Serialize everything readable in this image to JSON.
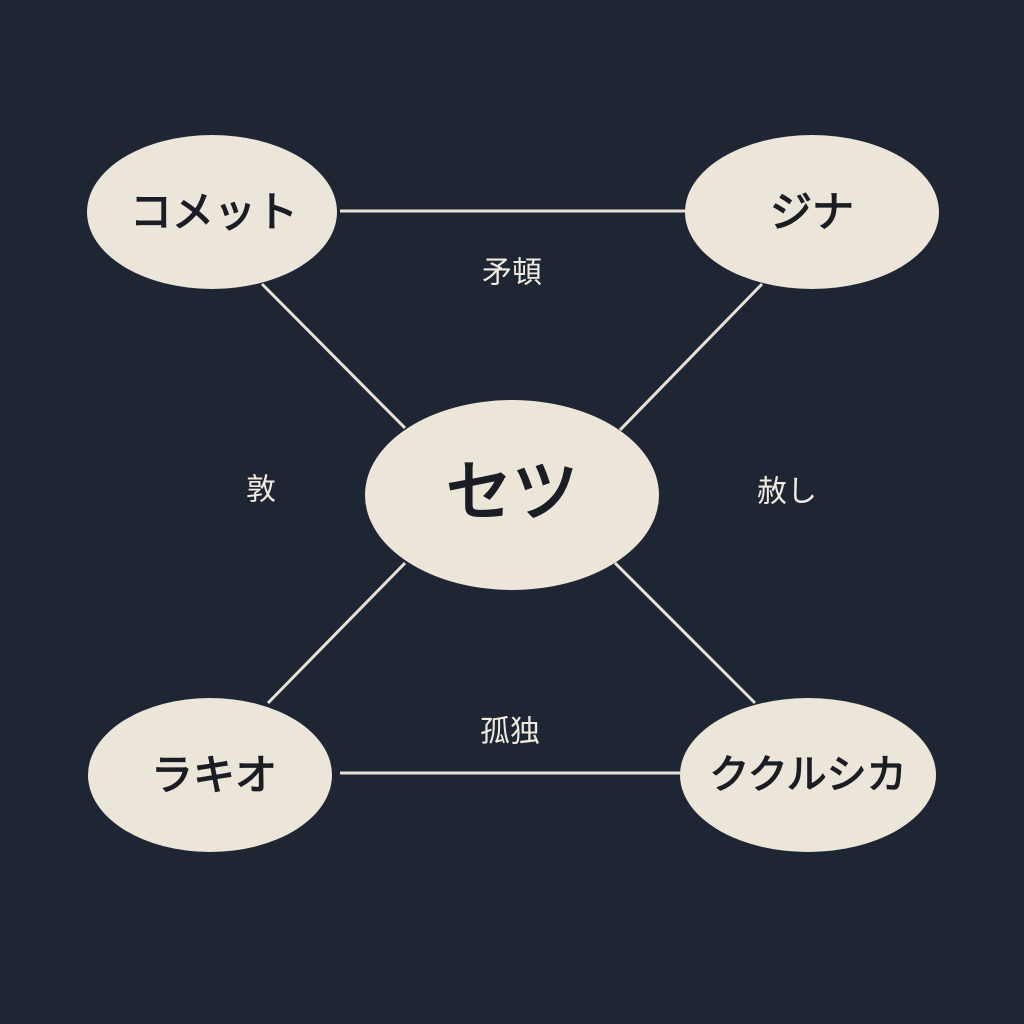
{
  "colors": {
    "background": "#1f2633",
    "node": "#ece6da",
    "node_text": "#1a1d24",
    "edge": "#e8e2d6",
    "label": "#f0ebe0"
  },
  "nodes": {
    "comet": "コメット",
    "jina": "ジナ",
    "setsu": "セツ",
    "rakio": "ラキオ",
    "kukurushika": "ククルシカ"
  },
  "edge_labels": {
    "top": "矛頓",
    "left": "敦",
    "right": "赦し",
    "bottom": "孤独"
  }
}
